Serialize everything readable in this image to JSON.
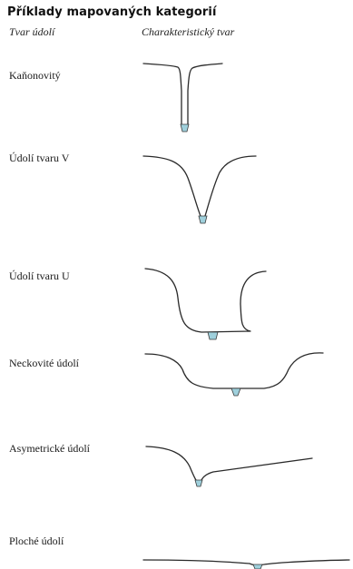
{
  "title": "Příklady mapovaných kategorií",
  "columns": {
    "left": "Tvar údolí",
    "right": "Charakteristický tvar"
  },
  "categories": [
    {
      "label": "Kaňonovitý"
    },
    {
      "label": "Údolí tvaru V"
    },
    {
      "label": "Údolí tvaru U"
    },
    {
      "label": "Neckovité údolí"
    },
    {
      "label": "Asymetrické údolí"
    },
    {
      "label": "Ploché údolí"
    }
  ],
  "colors": {
    "line": "#2a2a2a",
    "water": "#9fd0dc"
  }
}
